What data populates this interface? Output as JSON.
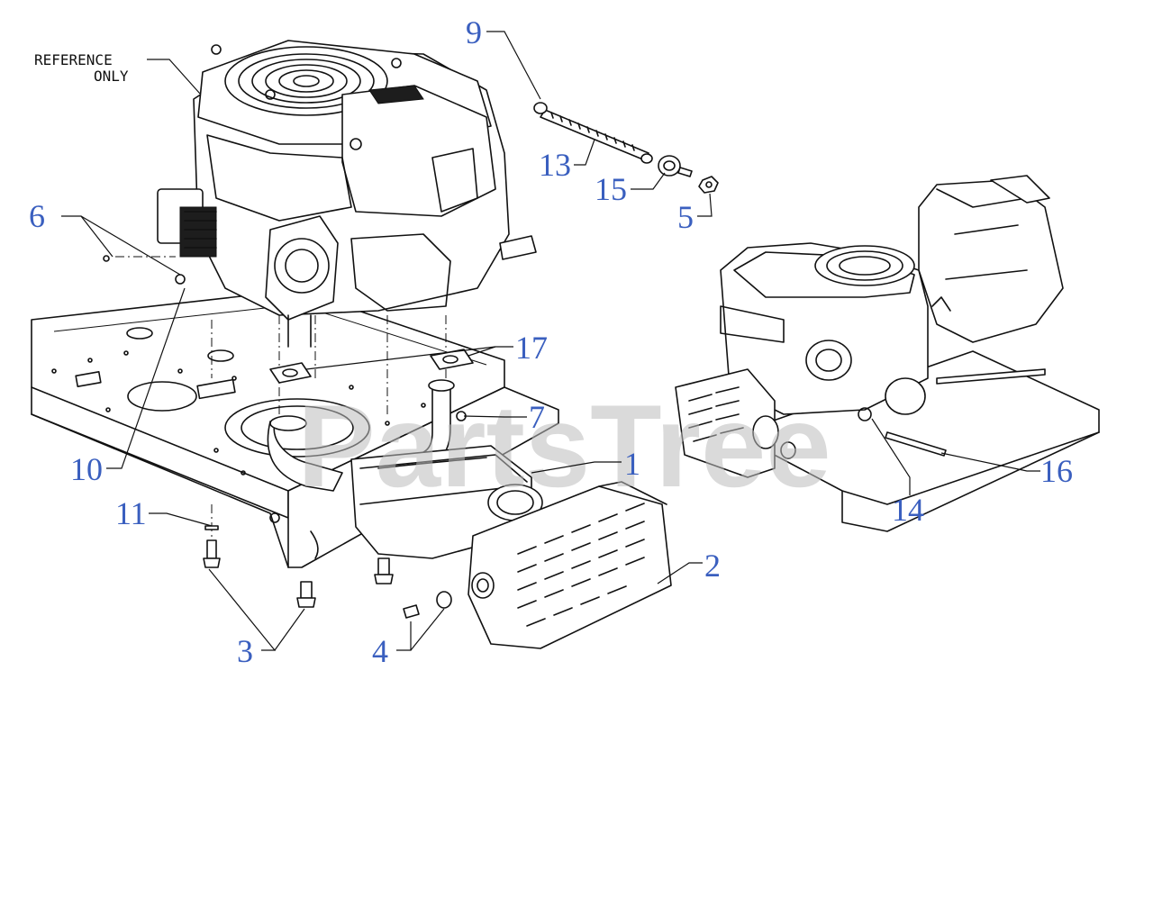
{
  "reference_note": [
    "REFERENCE",
    "ONLY"
  ],
  "watermark": "PartsTree",
  "callout_color": "#3a5fbf",
  "callouts": [
    {
      "id": "c1",
      "label": "1"
    },
    {
      "id": "c2",
      "label": "2"
    },
    {
      "id": "c3",
      "label": "3"
    },
    {
      "id": "c4",
      "label": "4"
    },
    {
      "id": "c5",
      "label": "5"
    },
    {
      "id": "c6",
      "label": "6"
    },
    {
      "id": "c7",
      "label": "7"
    },
    {
      "id": "c9",
      "label": "9"
    },
    {
      "id": "c10",
      "label": "10"
    },
    {
      "id": "c11",
      "label": "11"
    },
    {
      "id": "c13",
      "label": "13"
    },
    {
      "id": "c14",
      "label": "14"
    },
    {
      "id": "c15",
      "label": "15"
    },
    {
      "id": "c16",
      "label": "16"
    },
    {
      "id": "c17",
      "label": "17"
    }
  ]
}
